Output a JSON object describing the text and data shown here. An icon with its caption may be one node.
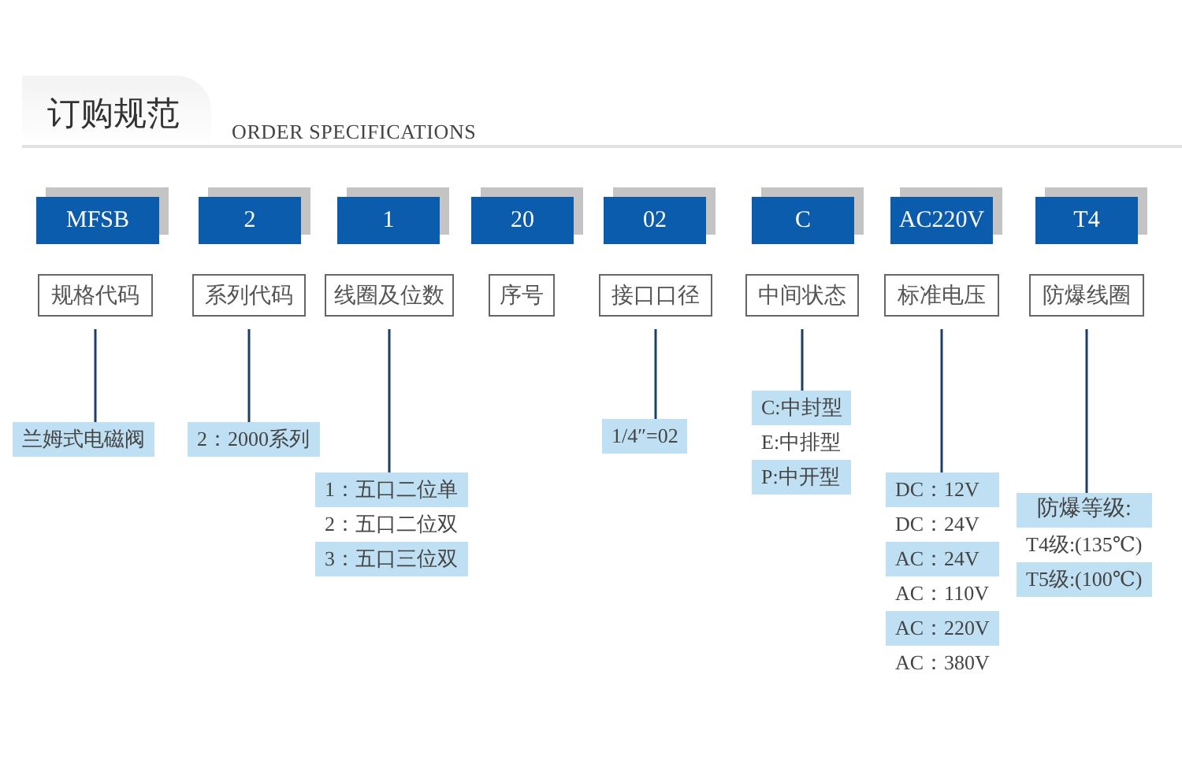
{
  "diagram": {
    "title": "订购规范",
    "nodes": [
      {
        "text": [
          "MFSB"
        ]
      },
      {
        "text": [
          "2"
        ]
      },
      {
        "text": [
          "1"
        ]
      },
      {
        "text": [
          "20"
        ]
      },
      {
        "text": [
          "02"
        ]
      },
      {
        "text": [
          "C"
        ]
      },
      {
        "text": [
          "AC220V"
        ]
      },
      {
        "text": [
          "T4"
        ]
      },
      {
        "text": [
          "规格代码"
        ]
      },
      {
        "text": [
          "系列代码"
        ]
      },
      {
        "text": [
          "线圈及位数"
        ]
      },
      {
        "text": [
          "序号"
        ]
      },
      {
        "text": [
          "接口口径"
        ]
      },
      {
        "text": [
          "中间状态"
        ]
      },
      {
        "text": [
          "标准电压"
        ]
      },
      {
        "text": [
          "防爆线圈"
        ]
      },
      {
        "text": [
          "兰姆式电磁阀"
        ]
      },
      {
        "text": [
          "2：2000系列"
        ]
      },
      {
        "text": [
          "1：五口二位单",
          "2：五口二位双",
          "3：五口三位双"
        ]
      },
      {
        "text": [
          "1/4″=02"
        ]
      },
      {
        "text": [
          "C:中封型",
          "E:中排型",
          "P:中开型"
        ]
      },
      {
        "text": [
          "DC：12V",
          "DC：24V",
          "AC：24V",
          "AC：110V",
          "AC：220V",
          "AC：380V"
        ]
      },
      {
        "text": [
          "防爆等级:",
          "T4级:(135℃)",
          "T5级:(100℃)"
        ]
      }
    ],
    "edges": [
      {
        "from": 8,
        "to": 16,
        "arrow": "none"
      },
      {
        "from": 9,
        "to": 17,
        "arrow": "none"
      },
      {
        "from": 10,
        "to": 18,
        "arrow": "none"
      },
      {
        "from": 12,
        "to": 19,
        "arrow": "none"
      },
      {
        "from": 13,
        "to": 20,
        "arrow": "none"
      },
      {
        "from": 14,
        "to": 21,
        "arrow": "none"
      },
      {
        "from": 15,
        "to": 22,
        "arrow": "none"
      }
    ],
    "labels": [
      "ORDER SPECIFICATIONS"
    ]
  }
}
